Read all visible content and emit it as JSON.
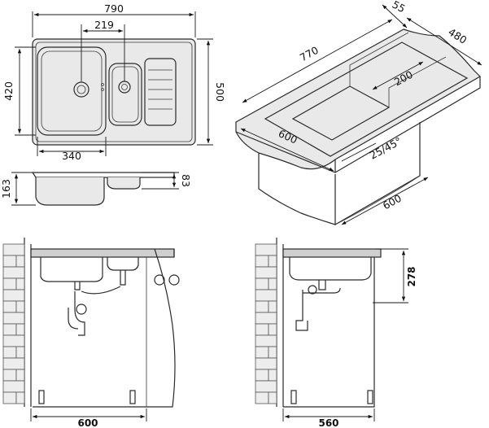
{
  "labels": {
    "top_width": "790",
    "bowl_spacing": "219",
    "bowl_height": "420",
    "total_height": "500",
    "bowl_width": "340",
    "depth_total": "163",
    "depth_small": "83",
    "iso_thickness": "55",
    "iso_depth": "480",
    "iso_length": "770",
    "iso_bowl": "200",
    "iso_cabinet_front": "600",
    "iso_radius": "25/45°",
    "iso_cabinet_side": "600",
    "front_cabinet": "600",
    "side_cabinet": "560",
    "side_height": "278"
  }
}
